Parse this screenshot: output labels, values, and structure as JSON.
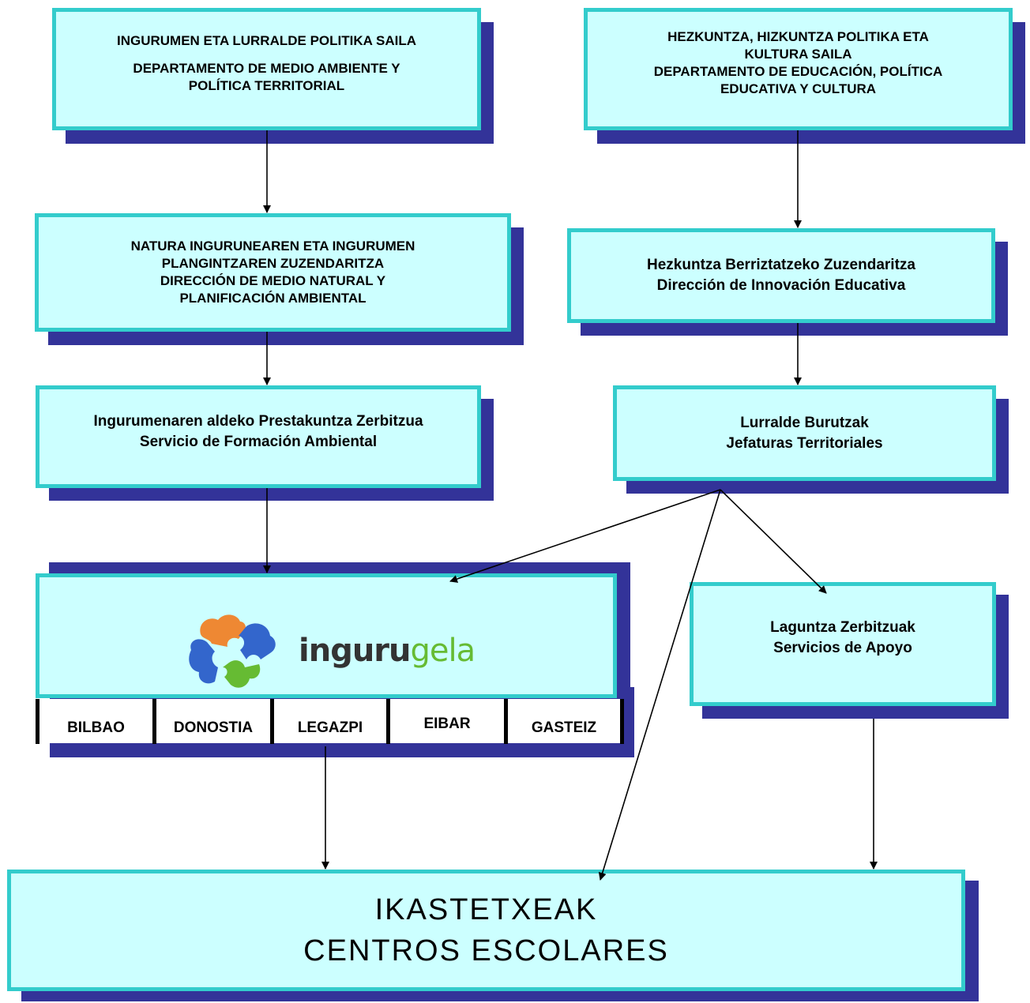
{
  "boxes": {
    "dept_env": {
      "line1": "INGURUMEN ETA LURRALDE POLITIKA SAILA",
      "line2": "DEPARTAMENTO DE MEDIO AMBIENTE Y",
      "line3": "POLÍTICA TERRITORIAL"
    },
    "dept_edu": {
      "line1": "HEZKUNTZA, HIZKUNTZA POLITIKA ETA",
      "line2": "KULTURA SAILA",
      "line3": "DEPARTAMENTO DE EDUCACIÓN,  POLÍTICA",
      "line4": "EDUCATIVA Y CULTURA"
    },
    "dir_nature": {
      "line1": "NATURA INGURUNEAREN ETA INGURUMEN",
      "line2": "PLANGINTZAREN ZUZENDARITZA",
      "line3": "DIRECCIÓN DE MEDIO NATURAL Y",
      "line4": "PLANIFICACIÓN AMBIENTAL"
    },
    "dir_innovation": {
      "line1": "Hezkuntza Berriztatzeko Zuzendaritza",
      "line2": "Dirección de Innovación Educativa"
    },
    "service_training": {
      "line1": "Ingurumenaren aldeko Prestakuntza Zerbitzua",
      "line2": "Servicio de Formación Ambiental"
    },
    "territorial": {
      "line1": "Lurralde Burutzak",
      "line2": "Jefaturas Territoriales"
    },
    "support": {
      "line1": "Laguntza Zerbitzuak",
      "line2": "Servicios de Apoyo"
    },
    "schools": {
      "line1": "IKASTETXEAK",
      "line2": "CENTROS ESCOLARES"
    }
  },
  "logo": {
    "text_dark": "inguru",
    "text_light": "gela"
  },
  "centers": [
    "BILBAO",
    "DONOSTIA",
    "LEGAZPI",
    "EIBAR",
    "GASTEIZ"
  ],
  "colors": {
    "box_fill": "#ccffff",
    "box_border": "#33cccc",
    "shadow": "#333399",
    "logo_dark": "#333333",
    "logo_green": "#66bb33",
    "logo_orange": "#ee8833",
    "logo_blue": "#3366cc"
  }
}
